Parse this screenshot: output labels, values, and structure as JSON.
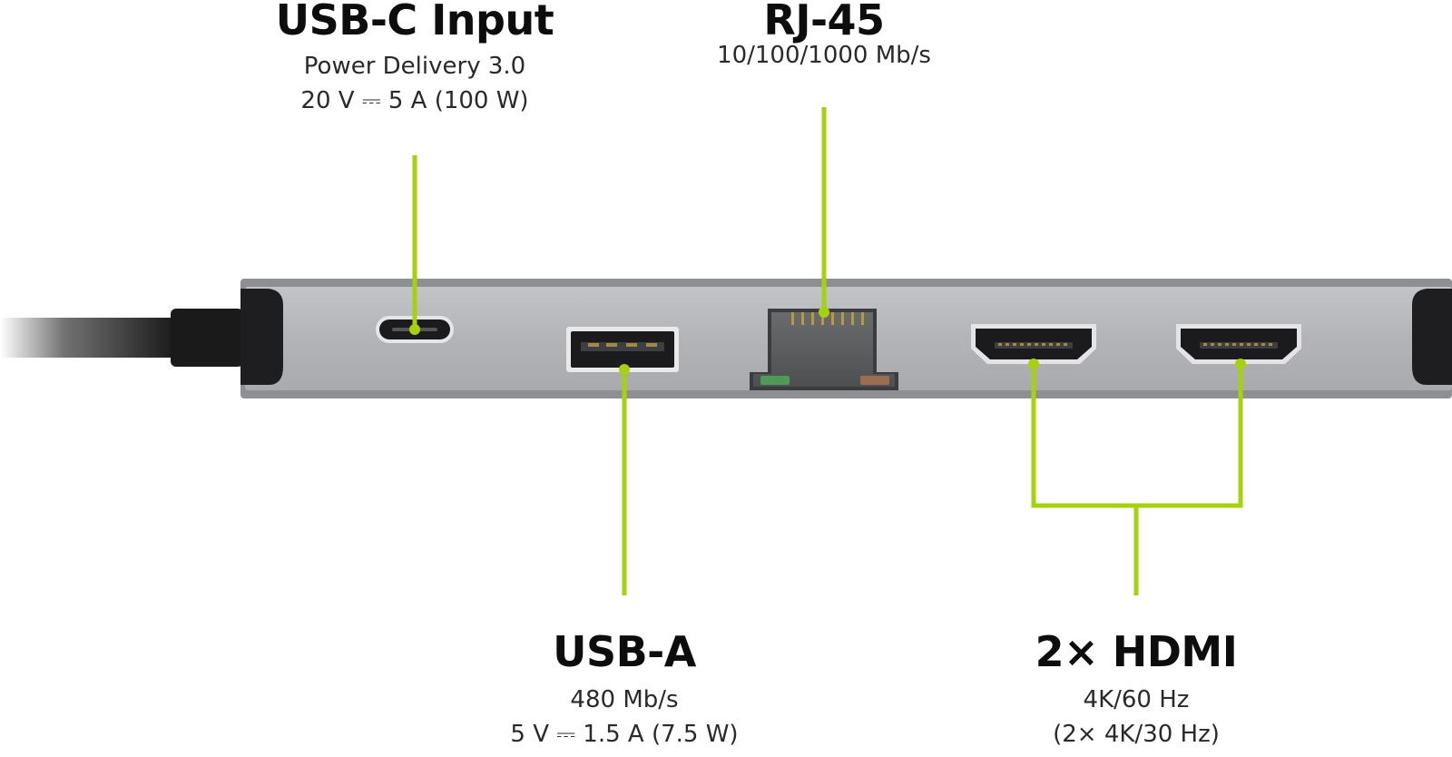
{
  "ports": {
    "usbc": {
      "title": "USB-C Input",
      "line1": "Power Delivery 3.0",
      "line2": "20 V ⎓ 5 A (100 W)"
    },
    "rj45": {
      "title": "RJ-45",
      "line1": "10/100/1000 Mb/s"
    },
    "usba": {
      "title": "USB-A",
      "line1": "480 Mb/s",
      "line2": "5 V ⎓ 1.5 A (7.5 W)"
    },
    "hdmi": {
      "title": "2× HDMI",
      "line1": "4K/60 Hz",
      "line2": "(2× 4K/30 Hz)"
    }
  },
  "colors": {
    "accent": "#a6d10f",
    "hub_body": "#b4b5b9",
    "hub_edge": "#7d7e82",
    "port_dark": "#1b1b1d",
    "cable": "#151515"
  }
}
